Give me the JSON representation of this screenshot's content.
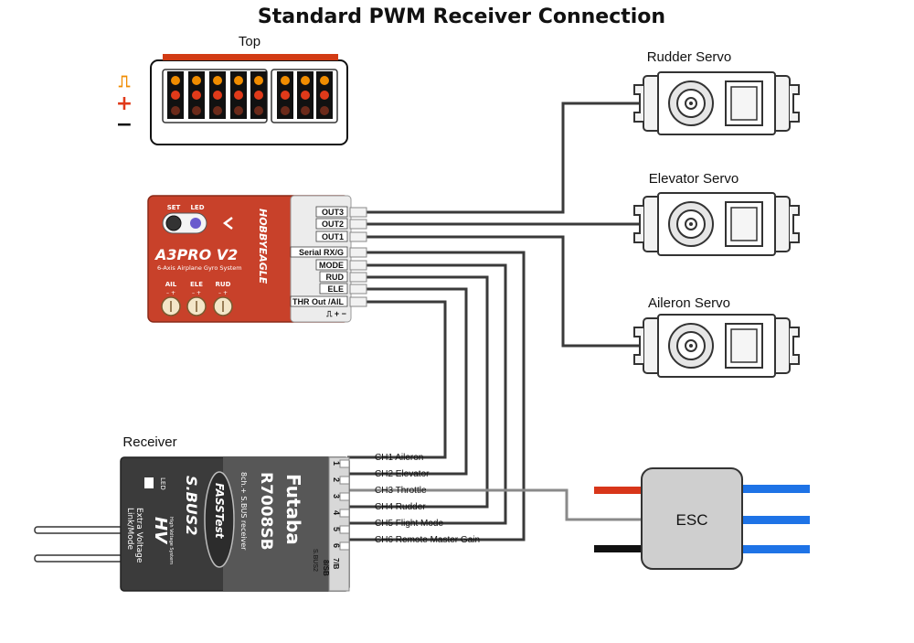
{
  "title": "Standard PWM Receiver Connection",
  "top_view": {
    "label": "Top",
    "signal_symbol": "⎍",
    "plus_symbol": "+",
    "minus_symbol": "−"
  },
  "gyro": {
    "set_label": "SET",
    "led_label": "LED",
    "model": "A3PRO V2",
    "subtitle": "6-Axis Airplane Gyro System",
    "brand": "HOBBYEAGLE",
    "knobs": [
      "AIL",
      "ELE",
      "RUD"
    ],
    "knob_signs": "–  +",
    "outputs": [
      "OUT3",
      "OUT2",
      "OUT1"
    ],
    "inputs": [
      "Serial RX/G",
      "MODE",
      "RUD",
      "ELE",
      "THR Out /AIL"
    ],
    "pin_legend": "⎍ + −"
  },
  "servos": [
    "Rudder Servo",
    "Elevator Servo",
    "Aileron Servo"
  ],
  "receiver": {
    "label": "Receiver",
    "brand": "Futaba",
    "model": "R7008SB",
    "desc": "8ch.+ S.BUS receiver",
    "fasst": "FASSTest",
    "sbus2": "S.BUS2",
    "hv": "HV",
    "hv_sub": "High Voltage System",
    "extra_voltage": "Extra Voltage",
    "link_mode": "Link/Mode",
    "led": "LED",
    "port_numbers": [
      "1",
      "2",
      "3",
      "4",
      "5",
      "6",
      "7/B"
    ],
    "port_right_label": "8/SB",
    "port_sbus2_label": "S.BUS2"
  },
  "channels": [
    "CH1 Aileron",
    "CH2 Elevator",
    "CH3 Throttle",
    "CH4 Rudder",
    "CH5 Flight Mode",
    "CH6 Remote Master Gain"
  ],
  "esc": {
    "label": "ESC"
  },
  "colors": {
    "gyro_body": "#c8412a",
    "signal": "#f08c00",
    "plus": "#e03a1a",
    "minus": "#111111",
    "wire": "#3a3a3a",
    "esc_body": "#cfcfcf",
    "motor_wire": "#1e73e6",
    "battery_pos": "#d8361a",
    "battery_neg": "#111111"
  }
}
